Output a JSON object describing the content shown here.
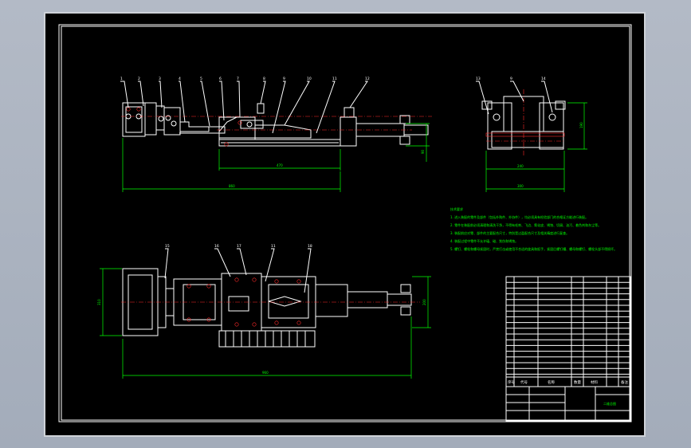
{
  "drawing": {
    "balloons_front": [
      "1",
      "2",
      "3",
      "4",
      "5",
      "6",
      "7",
      "8",
      "9",
      "10",
      "11",
      "12"
    ],
    "balloons_side": [
      "13",
      "9",
      "14"
    ],
    "balloons_top": [
      "15",
      "16",
      "17",
      "11",
      "18"
    ],
    "dimensions": {
      "front_overall": "860",
      "front_inner": "470",
      "front_height": "90",
      "side_width": "300",
      "side_inner": "240",
      "side_height": "190",
      "top_length": "960",
      "top_height": "310",
      "top_right_height": "200"
    },
    "tech_requirements": {
      "title": "技术要求",
      "lines": [
        "1. 进入装配的零件及部件（包括外购件、外协件），均必须具有检验部门的合格证方能进行装配。",
        "2. 零件在装配前必须清理和清洗干净，不得有毛刺、飞边、氧化皮、锈蚀、切屑、油污、着色剂和灰尘等。",
        "3. 装配前应对零、部件的主要配合尺寸，特别是过盈配合尺寸及相关精度进行复查。",
        "4. 装配过程中零件不允许磕、碰、划伤和锈蚀。",
        "5. 螺钉、螺栓和螺母紧固时，严禁打击或使用不合适的旋具和扳手，紧固后螺钉槽、螺母和螺钉、螺栓头部不得损坏。"
      ]
    },
    "title_block": {
      "drawing_name": "二维总图",
      "header": [
        "序号",
        "代号",
        "名称",
        "数量",
        "材料",
        "备注"
      ]
    }
  }
}
